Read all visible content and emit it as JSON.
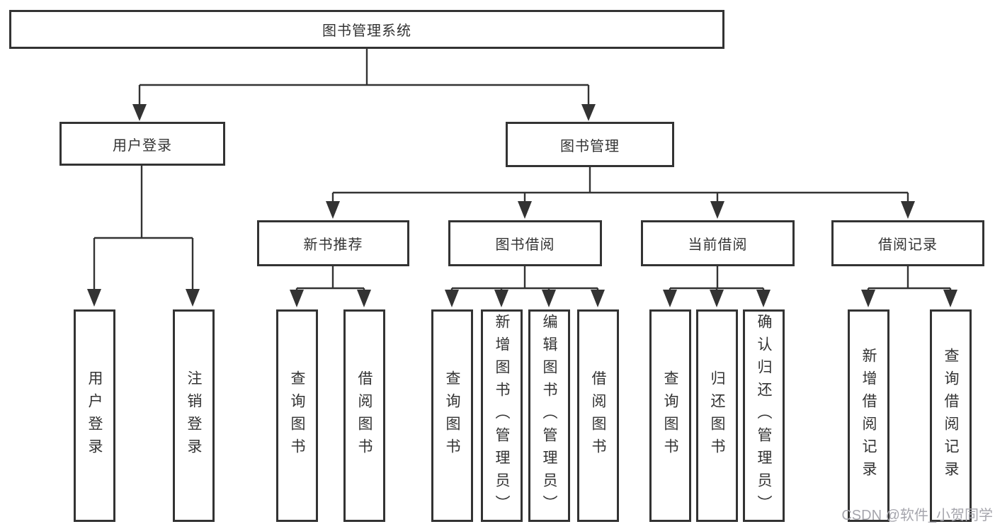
{
  "nodes": {
    "root": {
      "label": "图书管理系统"
    },
    "user_login": {
      "label": "用户登录"
    },
    "book_mgmt": {
      "label": "图书管理"
    },
    "new_books": {
      "label": "新书推荐"
    },
    "book_borrow": {
      "label": "图书借阅"
    },
    "current_borrow": {
      "label": "当前借阅"
    },
    "borrow_records": {
      "label": "借阅记录"
    },
    "leaf_user_login": {
      "label": "用户登录"
    },
    "leaf_logout": {
      "label": "注销登录"
    },
    "leaf_nb_query": {
      "label": "查询图书"
    },
    "leaf_nb_borrow": {
      "label": "借阅图书"
    },
    "leaf_bb_query": {
      "label": "查询图书"
    },
    "leaf_bb_add": {
      "label": "新增图书（管理员）"
    },
    "leaf_bb_edit": {
      "label": "编辑图书（管理员）"
    },
    "leaf_bb_borrow": {
      "label": "借阅图书"
    },
    "leaf_cb_query": {
      "label": "查询图书"
    },
    "leaf_cb_return": {
      "label": "归还图书"
    },
    "leaf_cb_confirm": {
      "label": "确认归还（管理员）"
    },
    "leaf_br_add": {
      "label": "新增借阅记录"
    },
    "leaf_br_query": {
      "label": "查询借阅记录"
    }
  },
  "structure": {
    "图书管理系统": {
      "用户登录": [
        "用户登录",
        "注销登录"
      ],
      "图书管理": {
        "新书推荐": [
          "查询图书",
          "借阅图书"
        ],
        "图书借阅": [
          "查询图书",
          "新增图书（管理员）",
          "编辑图书（管理员）",
          "借阅图书"
        ],
        "当前借阅": [
          "查询图书",
          "归还图书",
          "确认归还（管理员）"
        ],
        "借阅记录": [
          "新增借阅记录",
          "查询借阅记录"
        ]
      }
    }
  },
  "watermark": {
    "text": "CSDN @软件_小贺同学",
    "color": "#a6a6ad"
  },
  "colors": {
    "line": "#333333",
    "node_border": "#333333",
    "text": "#333333",
    "background": "#ffffff"
  }
}
